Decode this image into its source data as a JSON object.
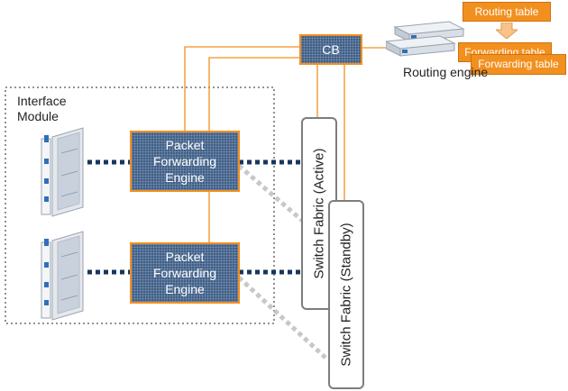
{
  "cb": {
    "label": "CB"
  },
  "routing_engine": {
    "label": "Routing engine",
    "routing_table": "Routing table",
    "forwarding_table_back": "Forwarding table",
    "forwarding_table_front": "Forwarding table"
  },
  "interface_module": {
    "label_line1": "Interface",
    "label_line2": "Module"
  },
  "pfe": [
    {
      "line1": "Packet",
      "line2": "Forwarding",
      "line3": "Engine"
    },
    {
      "line1": "Packet",
      "line2": "Forwarding",
      "line3": "Engine"
    }
  ],
  "switch_fabric_active": {
    "label": "Switch Fabric (Active)"
  },
  "switch_fabric_standby": {
    "label": "Switch Fabric (Standby)"
  },
  "colors": {
    "accent_orange": "#f2901f",
    "engine_blue": "#3f5f88",
    "active_link": "#17375e",
    "standby_link": "#c8c8c8",
    "frame_gray": "#7d7d7d"
  }
}
